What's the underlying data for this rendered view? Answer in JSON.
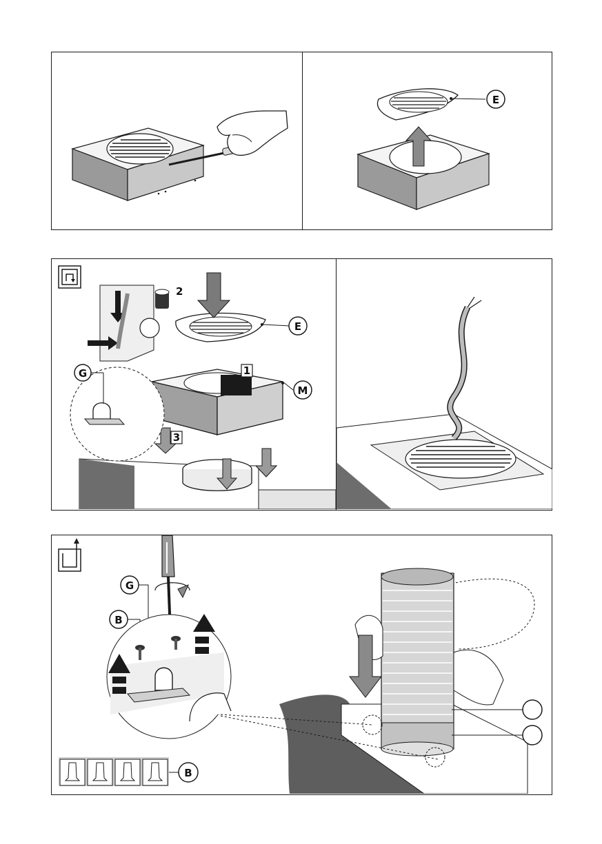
{
  "panel1": {
    "callout_e": "E"
  },
  "panel2": {
    "callout_e": "E",
    "callout_m": "M",
    "callout_g": "G",
    "step_1": "1",
    "step_2": "2",
    "step_3": "3"
  },
  "panel3": {
    "callout_g": "G",
    "callout_b": "B",
    "callout_b_kit": "B"
  },
  "colors": {
    "stroke": "#1a1a1a",
    "panel_grey": "#d9d9d9",
    "dark_grey": "#6d6d6d",
    "mid_grey": "#a8a8a8",
    "light_grey": "#efefef"
  },
  "icons": [
    "hand-icon",
    "screwdriver-icon",
    "arrow-up-icon",
    "arrow-down-icon",
    "screw-icon",
    "reflow-mode-icon",
    "exhaust-mode-icon"
  ]
}
